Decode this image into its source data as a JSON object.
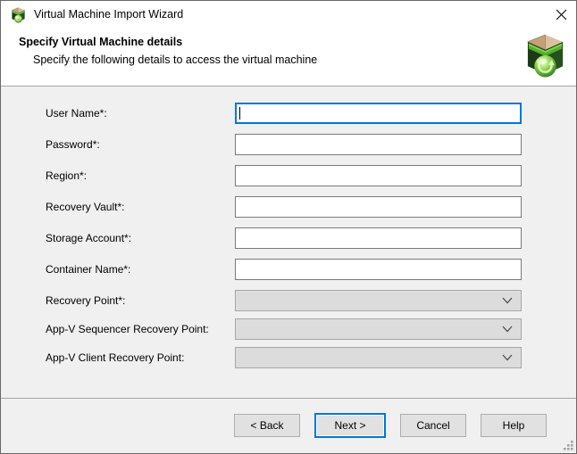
{
  "window": {
    "title": "Virtual Machine Import Wizard",
    "app_icon": "vm-import-box-icon",
    "close_icon": "✕"
  },
  "header": {
    "title": "Specify Virtual Machine details",
    "subtitle": "Specify the following details to access the virtual machine"
  },
  "form": {
    "fields": [
      {
        "label": "User Name*:",
        "type": "text",
        "value": "",
        "state": "focused"
      },
      {
        "label": "Password*:",
        "type": "text",
        "value": "",
        "state": "normal"
      },
      {
        "label": "Region*:",
        "type": "text",
        "value": "",
        "state": "normal"
      },
      {
        "label": "Recovery Vault*:",
        "type": "text",
        "value": "",
        "state": "normal"
      },
      {
        "label": "Storage Account*:",
        "type": "text",
        "value": "",
        "state": "normal"
      },
      {
        "label": "Container Name*:",
        "type": "text",
        "value": "",
        "state": "normal"
      },
      {
        "label": "Recovery Point*:",
        "type": "combo",
        "value": "",
        "state": "disabled"
      },
      {
        "label": "App-V Sequencer Recovery Point:",
        "type": "combo",
        "value": "",
        "state": "disabled"
      },
      {
        "label": "App-V Client Recovery Point:",
        "type": "combo",
        "value": "",
        "state": "disabled"
      }
    ]
  },
  "buttons": {
    "back": "< Back",
    "next": "Next >",
    "cancel": "Cancel",
    "help": "Help"
  },
  "colors": {
    "accent": "#0078d7",
    "window_bg": "#f0f0f0",
    "header_bg": "#ffffff",
    "input_border": "#7a7a7a",
    "combo_bg": "#dcdcdc",
    "button_bg": "#e1e1e1",
    "button_border": "#adadad",
    "separator": "#a5a5a5"
  }
}
